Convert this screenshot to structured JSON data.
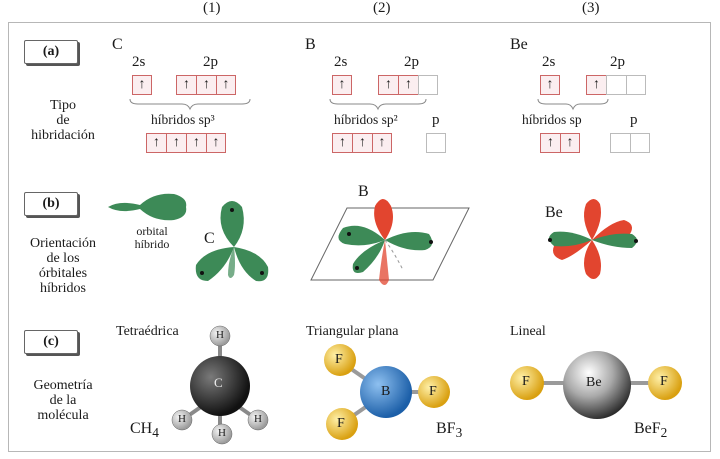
{
  "columns": [
    "(1)",
    "(2)",
    "(3)"
  ],
  "rows": {
    "a": {
      "button": "(a)",
      "label": [
        "Tipo",
        "de",
        "hibridación"
      ]
    },
    "b": {
      "button": "(b)",
      "label": [
        "Orientación",
        "de los",
        "órbitales",
        "híbridos"
      ]
    },
    "c": {
      "button": "(c)",
      "label": [
        "Geometría",
        "de  la",
        "molécula"
      ]
    }
  },
  "hybridization": [
    {
      "atom": "C",
      "s_label": "2s",
      "p_label": "2p",
      "s_box": [
        "↑"
      ],
      "p_boxes": [
        "↑",
        "↑",
        "↑"
      ],
      "hybrid_label": "híbridos sp³",
      "hybrid_boxes": [
        "↑",
        "↑",
        "↑",
        "↑"
      ],
      "p_remaining_label": "",
      "p_remaining_boxes": []
    },
    {
      "atom": "B",
      "s_label": "2s",
      "p_label": "2p",
      "s_box": [
        "↑"
      ],
      "p_boxes": [
        "↑",
        "↑",
        ""
      ],
      "hybrid_label": "híbridos sp²",
      "hybrid_boxes": [
        "↑",
        "↑",
        "↑"
      ],
      "p_remaining_label": "p",
      "p_remaining_boxes": [
        ""
      ]
    },
    {
      "atom": "Be",
      "s_label": "2s",
      "p_label": "2p",
      "s_box": [
        "↑"
      ],
      "p_boxes": [
        "↑",
        "",
        ""
      ],
      "hybrid_label": "híbridos sp",
      "hybrid_boxes": [
        "↑",
        "↑"
      ],
      "p_remaining_label": "p",
      "p_remaining_boxes": [
        "",
        ""
      ]
    }
  ],
  "orientation": {
    "orbital_caption": [
      "orbital",
      "híbrido"
    ],
    "atoms": [
      "C",
      "B",
      "Be"
    ]
  },
  "geometry": [
    {
      "name": "Tetraédrica",
      "formula": "CH",
      "sub": "4",
      "center": "C",
      "ligand": "H"
    },
    {
      "name": "Triangular plana",
      "formula": "BF",
      "sub": "3",
      "center": "B",
      "ligand": "F"
    },
    {
      "name": "Lineal",
      "formula": "BeF",
      "sub": "2",
      "center": "Be",
      "ligand": "F"
    }
  ],
  "colors": {
    "green_lobe": "#3d8a57",
    "red_lobe": "#e2452f",
    "box_border": "#c66",
    "box_fill": "#fbeef0",
    "fluorine": "#f2c330",
    "boron": "#2f78c4",
    "carbon": "#1b1b1b",
    "beryllium": "#8a8a8a",
    "hydrogen": "#bfbfbf"
  }
}
